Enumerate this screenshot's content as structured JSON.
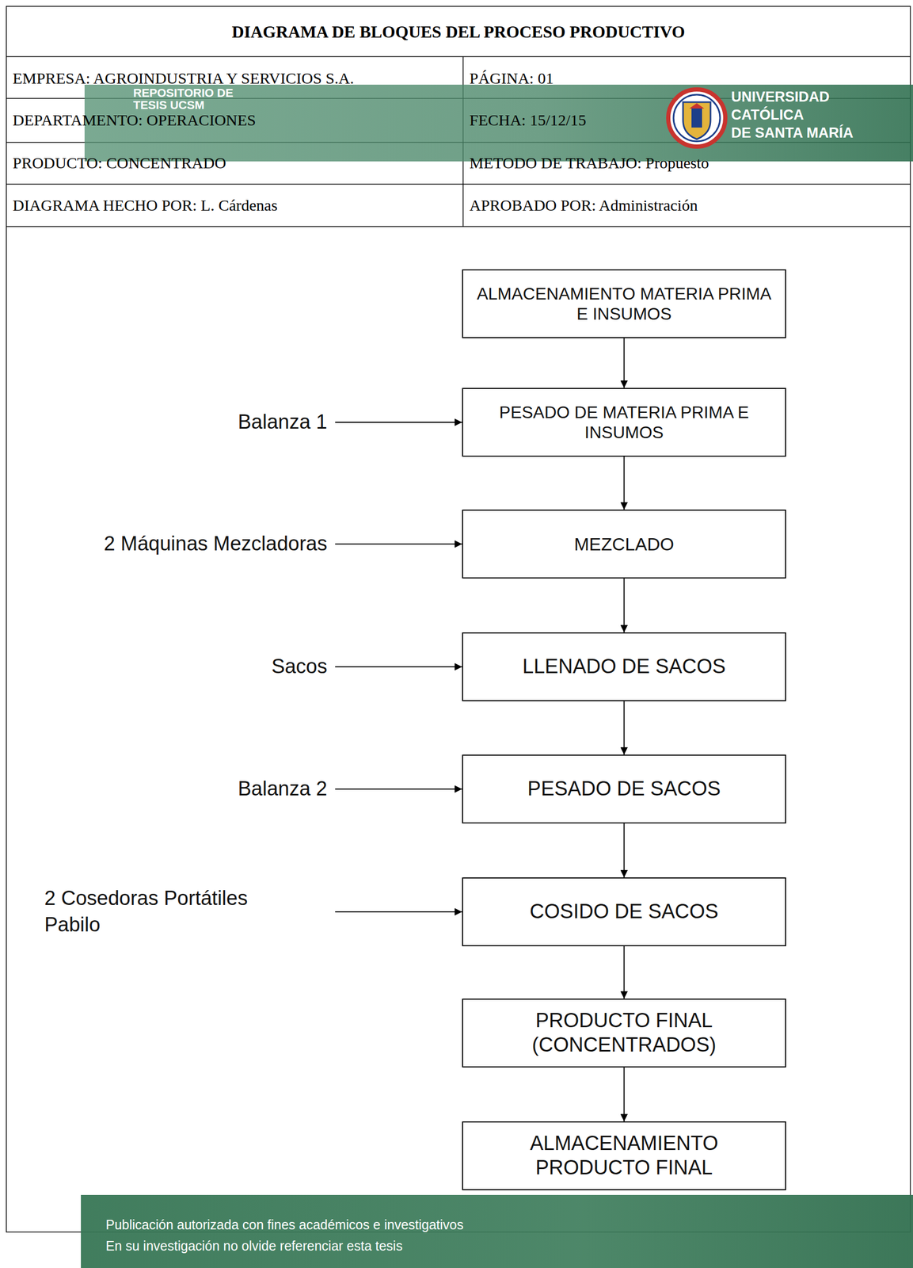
{
  "diagram": {
    "title": "DIAGRAMA DE BLOQUES DEL PROCESO PRODUCTIVO",
    "nodes": [
      {
        "text": [
          "ALMACENAMIENTO MATERIA PRIMA E INSUMOS"
        ]
      },
      {
        "text": [
          "PESADO DE MATERIA PRIMA E INSUMOS"
        ]
      },
      {
        "text": [
          "MEZCLADO"
        ]
      },
      {
        "text": [
          "LLENADO DE SACOS"
        ]
      },
      {
        "text": [
          "PESADO DE SACOS"
        ]
      },
      {
        "text": [
          "COSIDO DE SACOS"
        ]
      },
      {
        "text": [
          "PRODUCTO FINAL (CONCENTRADOS)"
        ]
      },
      {
        "text": [
          "ALMACENAMIENTO PRODUCTO FINAL"
        ]
      }
    ],
    "edges": [
      {
        "from": 0,
        "to": 1,
        "arrow": "to"
      },
      {
        "from": 1,
        "to": 2,
        "arrow": "to"
      },
      {
        "from": 2,
        "to": 3,
        "arrow": "to"
      },
      {
        "from": 3,
        "to": 4,
        "arrow": "to"
      },
      {
        "from": 4,
        "to": 5,
        "arrow": "to"
      },
      {
        "from": 5,
        "to": 6,
        "arrow": "to"
      },
      {
        "from": 6,
        "to": 7,
        "arrow": "to"
      }
    ],
    "labels": [
      "EMPRESA: AGROINDUSTRIA Y SERVICIOS S.A.",
      "PÁGINA: 01",
      "DEPARTAMENTO: OPERACIONES",
      "FECHA: 15/12/15",
      "PRODUCTO: CONCENTRADO",
      "METODO DE TRABAJO: Propuesto",
      "DIAGRAMA HECHO POR: L. Cárdenas",
      "APROBADO POR: Administración",
      "Balanza 1",
      "2 Máquinas Mezcladoras",
      "Sacos",
      "Balanza 2",
      "2 Cosedoras Portátiles",
      "Pabilo",
      "REPOSITORIO DE",
      "TESIS UCSM",
      "UNIVERSIDAD",
      "CATÓLICA",
      "DE SANTA MARÍA",
      "Publicación autorizada con fines académicos e investigativos",
      "En su investigación no olvide referenciar esta tesis"
    ]
  }
}
